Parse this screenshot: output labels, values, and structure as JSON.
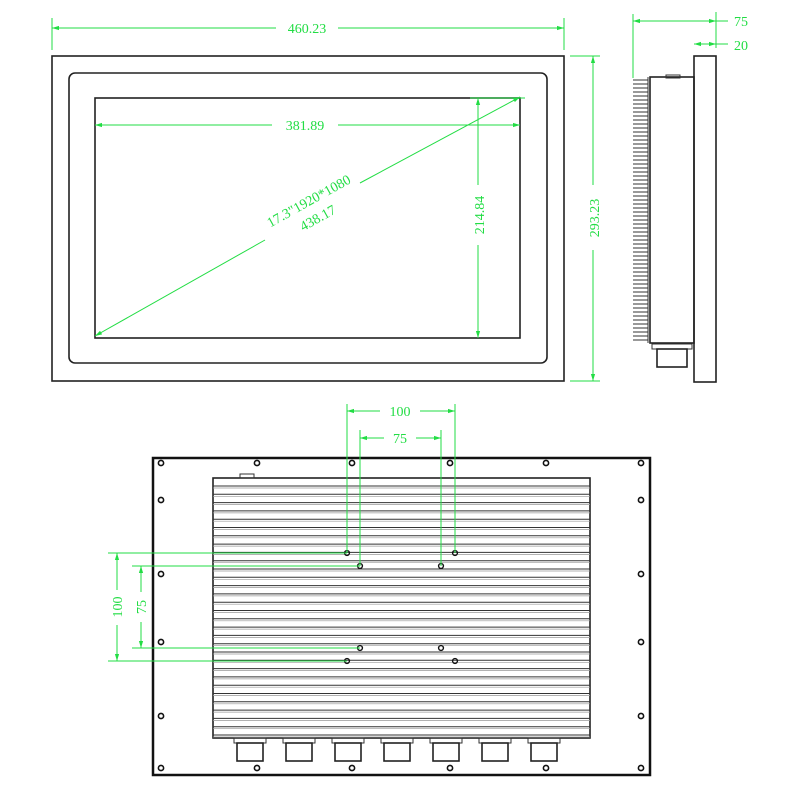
{
  "colors": {
    "dimension": "#22dd44",
    "outline": "#222222"
  },
  "front_view": {
    "overall_width": "460.23",
    "overall_height": "293.23",
    "screen_width": "381.89",
    "screen_height": "214.84",
    "diagonal_spec": "17.3\"1920*1080",
    "diagonal_length": "438.17"
  },
  "side_view": {
    "total_depth": "75",
    "bezel_depth": "20"
  },
  "rear_view": {
    "mount_outer": "100",
    "mount_inner": "75",
    "mount_outer_v": "100",
    "mount_inner_v": "75",
    "connector_count": 7
  }
}
